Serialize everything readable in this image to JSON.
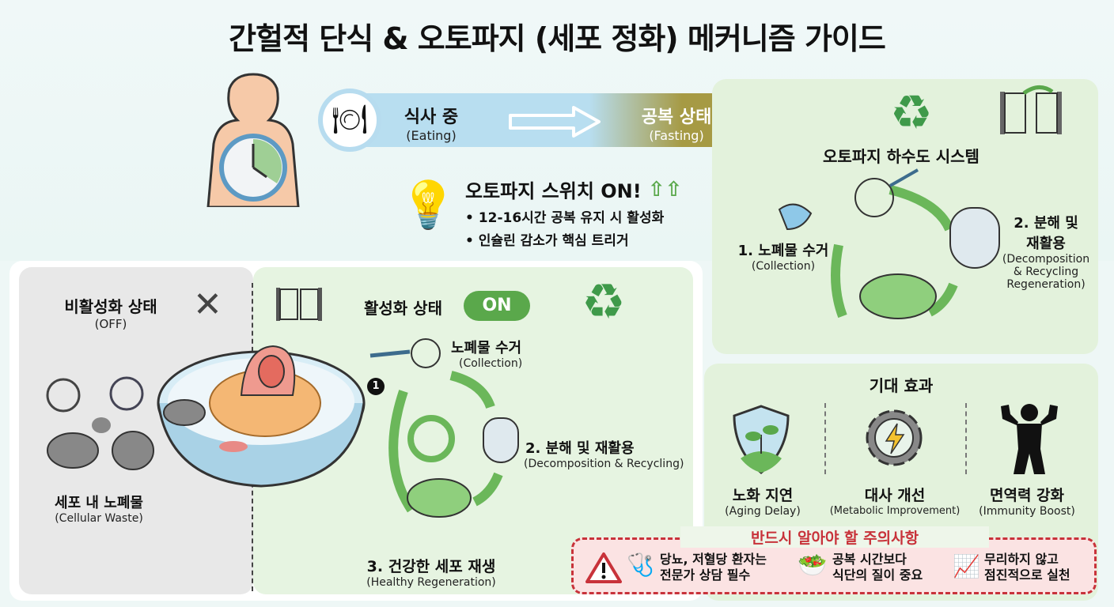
{
  "title": "간헐적 단식 & 오토파지 (세포 정화) 메커니즘 가이드",
  "transition": {
    "eating": {
      "kr": "식사 중",
      "en": "(Eating)"
    },
    "fasting": {
      "kr": "공복 상태",
      "en": "(Fasting)"
    }
  },
  "switch": {
    "heading": "오토파지 스위치 ON!",
    "bullets": [
      "• 12-16시간 공복 유지 시 활성화",
      "• 인슐린 감소가 핵심 트리거"
    ]
  },
  "sewer": {
    "title": "오토파지 하수도 시스템",
    "step1": {
      "kr": "1. 노폐물 수거",
      "en": "(Collection)"
    },
    "step2": {
      "kr1": "2. 분해 및",
      "kr2": "재활용",
      "en1": "(Decomposition",
      "en2": "& Recycling",
      "en3": "Regeneration)"
    }
  },
  "off_state": {
    "title": "비활성화 상태",
    "sub": "(OFF)",
    "waste_kr": "세포 내 노폐물",
    "waste_en": "(Cellular Waste)"
  },
  "on_state": {
    "title": "활성화 상태",
    "badge": "ON",
    "step_num": "1",
    "step1": {
      "kr": "노폐물 수거",
      "en": "(Collection)"
    },
    "step2": {
      "kr": "2. 분해 및 재활용",
      "en": "(Decomposition & Recycling)"
    },
    "step3": {
      "kr": "3. 건강한 세포 재생",
      "en": "(Healthy Regeneration)"
    }
  },
  "benefits": {
    "title": "기대 효과",
    "items": [
      {
        "kr": "노화 지연",
        "en": "(Aging Delay)",
        "icon": "shield-sprout-icon"
      },
      {
        "kr": "대사 개선",
        "en": "(Metabolic Improvement)",
        "icon": "gear-lightning-icon"
      },
      {
        "kr": "면역력 강화",
        "en": "(Immunity Boost)",
        "icon": "strong-body-icon"
      }
    ]
  },
  "caution": {
    "title": "반드시 알아야 할 주의사항",
    "items": [
      {
        "l1": "당뇨, 저혈당 환자는",
        "l2": "전문가 상담 필수"
      },
      {
        "l1": "공복 시간보다",
        "l2": "식단의 질이 중요"
      },
      {
        "l1": "무리하지 않고",
        "l2": "점진적으로 실천"
      }
    ]
  },
  "colors": {
    "green": "#5aa84b",
    "fasting": "#a69a44",
    "eating": "#b8def0",
    "warning": "#c8323a"
  }
}
